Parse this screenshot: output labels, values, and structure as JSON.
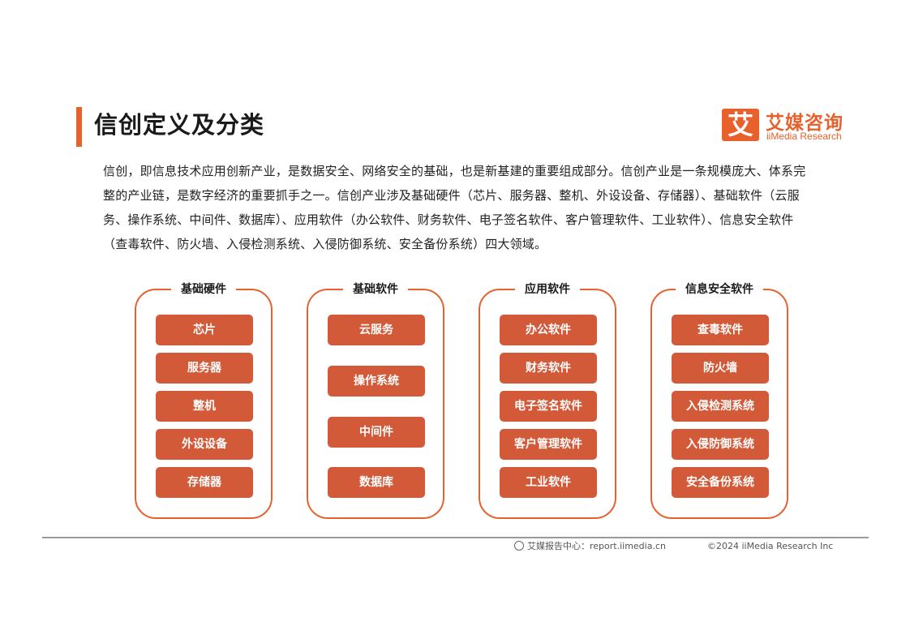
{
  "header": {
    "title": "信创定义及分类",
    "logo": {
      "mark": "艾",
      "cn": "艾媒咨询",
      "en": "iiMedia Research"
    }
  },
  "intro": "信创，即信息技术应用创新产业，是数据安全、网络安全的基础，也是新基建的重要组成部分。信创产业是一条规模庞大、体系完整的产业链，是数字经济的重要抓手之一。信创产业涉及基础硬件（芯片、服务器、整机、外设设备、存储器）、基础软件（云服务、操作系统、中间件、数据库）、应用软件（办公软件、财务软件、电子签名软件、客户管理软件、工业软件）、信息安全软件（查毒软件、防火墙、入侵检测系统、入侵防御系统、安全备份系统）四大领域。",
  "categories": [
    {
      "title": "基础硬件",
      "items": [
        "芯片",
        "服务器",
        "整机",
        "外设设备",
        "存储器"
      ]
    },
    {
      "title": "基础软件",
      "items": [
        "云服务",
        "操作系统",
        "中间件",
        "数据库"
      ]
    },
    {
      "title": "应用软件",
      "items": [
        "办公软件",
        "财务软件",
        "电子签名软件",
        "客户管理软件",
        "工业软件"
      ]
    },
    {
      "title": "信息安全软件",
      "items": [
        "查毒软件",
        "防火墙",
        "入侵检测系统",
        "入侵防御系统",
        "安全备份系统"
      ]
    }
  ],
  "footer": {
    "source": "艾媒报告中心：report.iimedia.cn",
    "copyright": "©2024  iiMedia Research  Inc"
  },
  "colors": {
    "accent": "#e8602c",
    "box": "#d25a39"
  }
}
